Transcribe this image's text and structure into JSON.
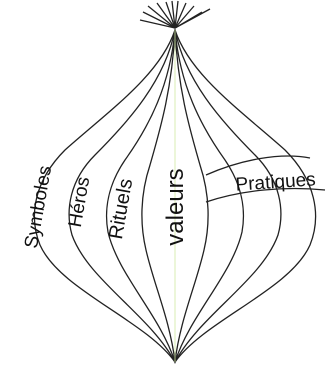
{
  "diagram": {
    "layers": [
      {
        "label": "Symboles",
        "color": "#ff9a3c"
      },
      {
        "label": "Héros",
        "color": "#f58cf5"
      },
      {
        "label": "Rituels",
        "color": "#90ee90"
      },
      {
        "label": "valeurs",
        "color": "#ffff6e"
      },
      {
        "label": "Pratiques"
      }
    ],
    "line_color": "#222222",
    "background": "#ffffff"
  }
}
